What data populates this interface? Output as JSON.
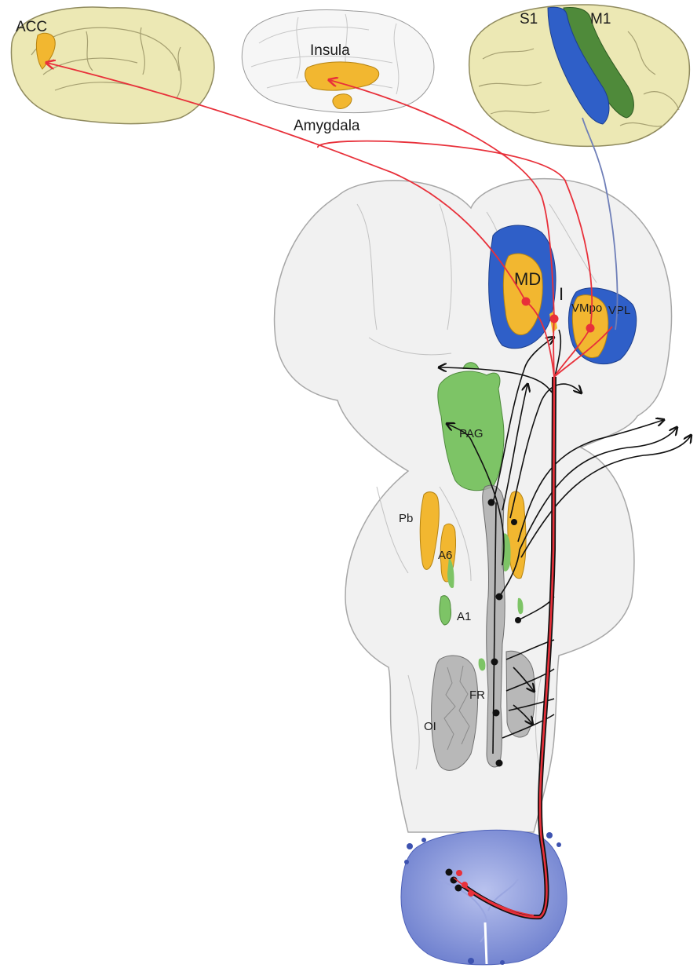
{
  "labels": {
    "acc": "ACC",
    "insula": "Insula",
    "amygdala": "Amygdala",
    "s1": "S1",
    "m1": "M1",
    "md": "MD",
    "i": "I",
    "vmpo": "VMpo",
    "vpl": "VPL",
    "pag": "PAG",
    "pb": "Pb",
    "a6": "A6",
    "a1": "A1",
    "fr": "FR",
    "oi": "OI"
  },
  "colors": {
    "brain_tan": "#ece8b4",
    "brain_outline": "#8f8a5e",
    "nucleus_yellow": "#f2b730",
    "thalamus_blue": "#2f5fc8",
    "motor_green": "#4f8a3a",
    "pag_green": "#7dc466",
    "reticular_gray": "#a9a9a9",
    "spinal_blue": "#6d7fce",
    "pathway_red": "#e8303a",
    "pathway_black": "#111111",
    "cortical_blue_line": "#6f7fb8"
  },
  "icons": {
    "arrowhead": "arrow-head-icon",
    "synapse_dot": "synapse-dot-icon",
    "synapse_fork": "synapse-fork-icon"
  }
}
